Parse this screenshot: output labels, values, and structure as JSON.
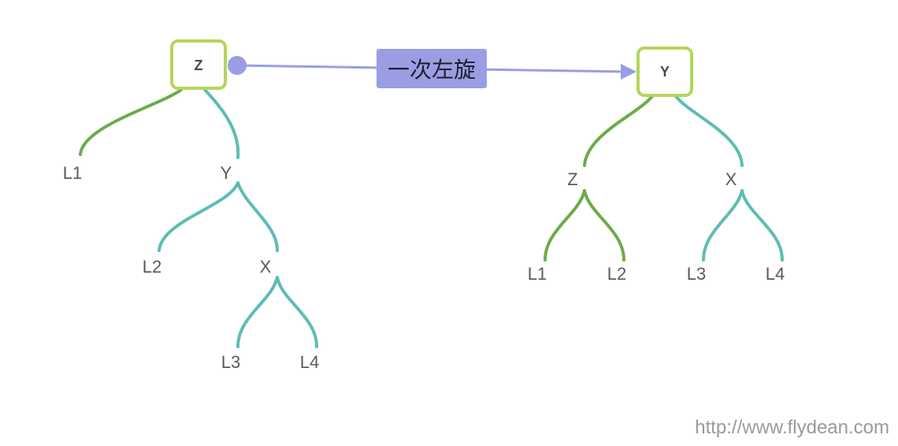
{
  "left_tree": {
    "root": "Z",
    "left_leaf": "L1",
    "child": "Y",
    "child_left_leaf": "L2",
    "grandchild": "X",
    "grandchild_left_leaf": "L3",
    "grandchild_right_leaf": "L4"
  },
  "rotation": {
    "label": "一次左旋"
  },
  "right_tree": {
    "root": "Y",
    "left_child": "Z",
    "right_child": "X",
    "leaves": [
      "L1",
      "L2",
      "L3",
      "L4"
    ]
  },
  "watermark": "http://www.flydean.com",
  "colors": {
    "root_border": "#b5d55a",
    "green_edge": "#6aac4a",
    "teal_edge": "#5ebcb6",
    "arrow": "#9a9ce4",
    "label_box": "#9b9de3"
  }
}
